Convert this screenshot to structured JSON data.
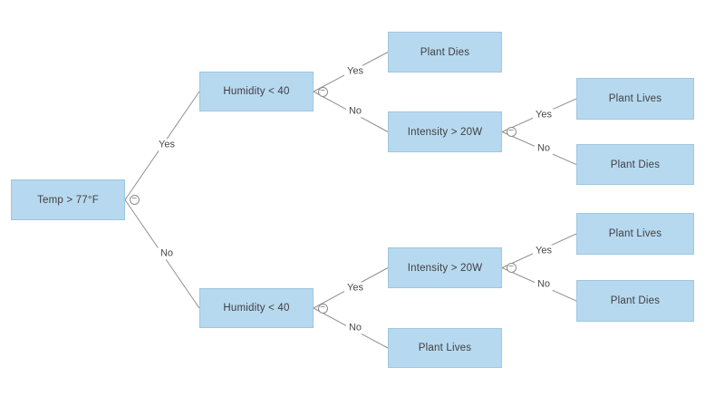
{
  "diagram": {
    "type": "decision-tree",
    "background": "#ffffff"
  },
  "colors": {
    "node_fill": "#b7d9f0",
    "node_border": "#9fc6e0",
    "edge_line": "#909090",
    "node_text": "#3f3f3f",
    "edge_text": "#4a4a4a",
    "canvas_bg": "#ffffff"
  },
  "icons": {
    "collapse_glyph": "−"
  },
  "edge_labels": {
    "yes": "Yes",
    "no": "No"
  },
  "tree": {
    "root": {
      "label": "Temp > 77°F",
      "yes": {
        "label": "Humidity < 40",
        "yes": {
          "label": "Plant Dies"
        },
        "no": {
          "label": "Intensity > 20W",
          "yes": {
            "label": "Plant Lives"
          },
          "no": {
            "label": "Plant Dies"
          }
        }
      },
      "no": {
        "label": "Humidity < 40",
        "yes": {
          "label": "Intensity > 20W",
          "yes": {
            "label": "Plant Lives"
          },
          "no": {
            "label": "Plant Dies"
          }
        },
        "no": {
          "label": "Plant Lives"
        }
      }
    }
  }
}
